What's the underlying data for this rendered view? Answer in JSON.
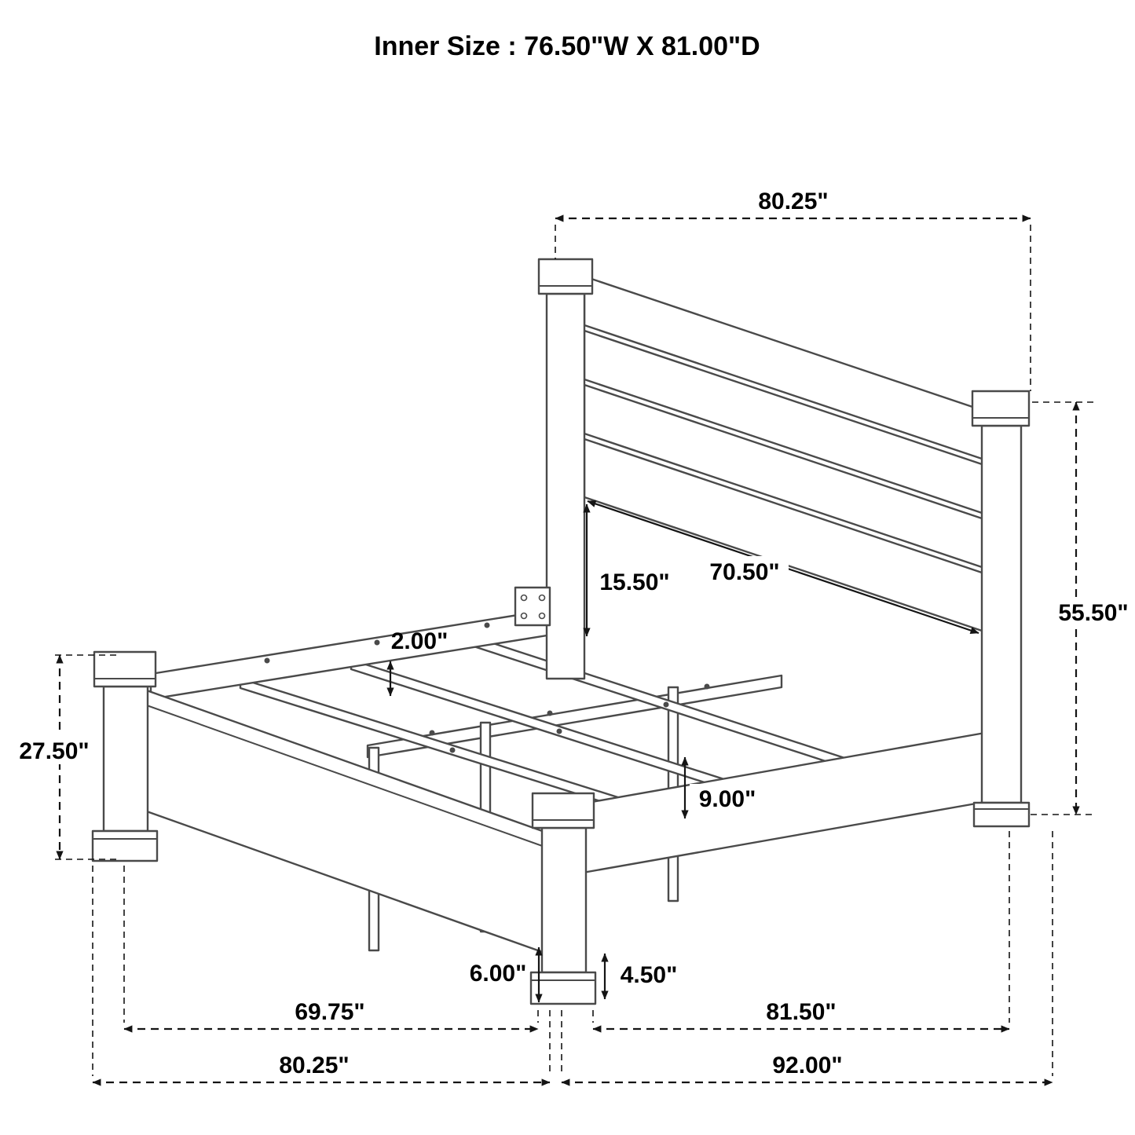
{
  "title": "Inner Size : 76.50\"W X 81.00\"D",
  "dimensions": {
    "headboard_width": "80.25\"",
    "headboard_height": "55.50\"",
    "headboard_inner_width": "70.50\"",
    "headboard_clearance": "15.50\"",
    "slat_thickness": "2.00\"",
    "footboard_height": "27.50\"",
    "rail_height": "9.00\"",
    "leg_height": "6.00\"",
    "floor_clearance": "4.50\"",
    "footboard_inner_width": "69.75\"",
    "side_rail_length": "81.50\"",
    "footboard_width": "80.25\"",
    "overall_depth": "92.00\""
  },
  "colors": {
    "background": "#ffffff",
    "bed_line": "#4a4a4a",
    "dimension_line": "#141414",
    "label_text": "#000000"
  }
}
